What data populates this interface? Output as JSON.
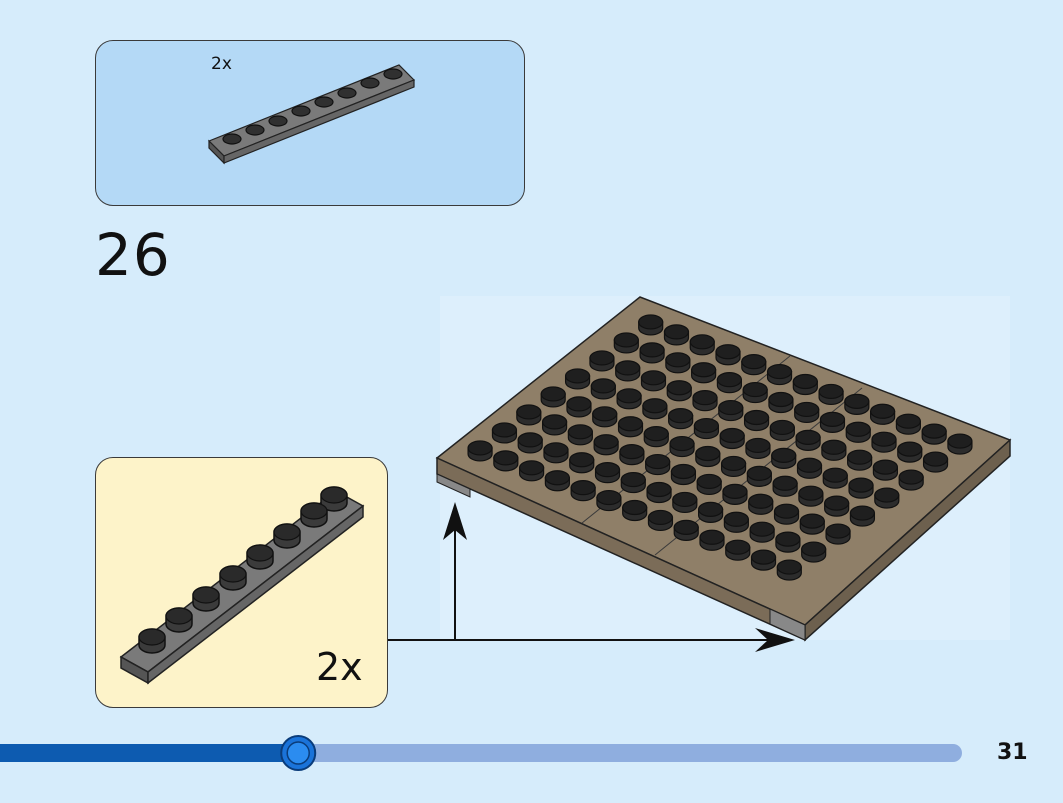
{
  "page": {
    "step_number": "26",
    "page_number": "31",
    "background_color": "#d6ecfb"
  },
  "parts_list": {
    "count_label": "2x",
    "part": "plate-1x8",
    "part_color": "#6b6b6b"
  },
  "subassembly": {
    "count_label": "2x",
    "part": "plate-1x8",
    "part_color": "#6b6b6b"
  },
  "model": {
    "part": "baseplate",
    "color": "#8f7f68",
    "stud_color": "#1f1f1f"
  },
  "progress": {
    "value": 0.31,
    "filled_color": "#0d5bb0",
    "track_color": "#8faedf"
  }
}
